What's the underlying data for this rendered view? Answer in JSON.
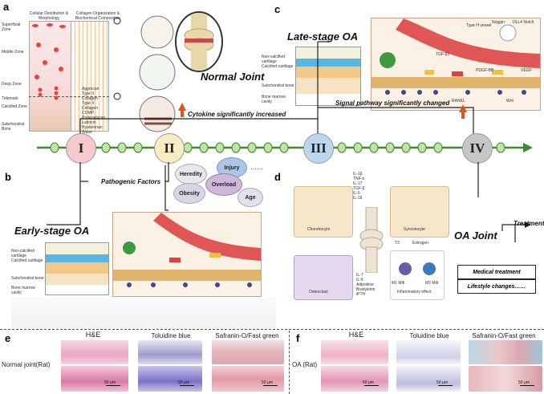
{
  "panels": {
    "a": "a",
    "b": "b",
    "c": "c",
    "d": "d",
    "e": "e",
    "f": "f"
  },
  "panel_a": {
    "col1": "Cellular Distribution & Morphology",
    "col2": "Collagen Organization & Biochemical Composition",
    "zones": [
      "Superficial Zone",
      "Middle Zone",
      "Deep Zone",
      "Tidemark",
      "Calcified Zone",
      "Subchondral Bone"
    ],
    "legend": [
      "Aggrecan",
      "Type II Collagen",
      "Type X Collagen",
      "COMP",
      "Proteoglycan",
      "Lubricin",
      "Hyaluronan",
      "Water"
    ]
  },
  "normal_joint": "Normal Joint",
  "late_stage": "Late-stage OA",
  "early_stage": "Early-stage OA",
  "oa_joint": "OA Joint",
  "cytokine": "Cytokine significantly increased",
  "signal": "Signal pathway significantly changed",
  "pathogenic": "Pathogenic Factors",
  "treatment": "Treatment",
  "medical": "Medical treatment",
  "lifestyle": "Lifestyle changes……",
  "stages": [
    "I",
    "II",
    "III",
    "IV"
  ],
  "factors": {
    "heredity": "Heredity",
    "injury": "Injury",
    "overload": "Overload",
    "obesity": "Obesity",
    "age": "Age",
    "more": "……"
  },
  "cartilage_layers": [
    "Non-calcified cartilage",
    "Calcified cartilage",
    "Subchondral bone",
    "Bone marrow cavity"
  ],
  "panel_c_labels": [
    "Type H vessel",
    "Noggin",
    "DLL4 Notch",
    "PDGF-BB",
    "TGF-β1",
    "VEGF",
    "RANKL",
    "Wnt"
  ],
  "panel_d": {
    "cells": [
      "Chondrocyte",
      "Synoviocyte",
      "Osteoclast",
      "Inflammatory effect"
    ],
    "legend": [
      "IL-1β",
      "TNF-α",
      "IL-17",
      "TGF-β",
      "IL-6",
      "IL-18",
      "IL-7",
      "IL-8",
      "Adipokine",
      "Bradykinin",
      "iPTH",
      "T3",
      "Estrogen",
      "M1 MΦ",
      "M2 MΦ"
    ]
  },
  "panel_e": {
    "row_label": "Normal joint(Rat)",
    "stains": [
      "H&E",
      "Toluidine blue",
      "Safranin-O/Fast green"
    ],
    "scale": "50 μm"
  },
  "panel_f": {
    "row_label": "OA (Rat)",
    "stains": [
      "H&E",
      "Toluidine blue",
      "Safranin-O/Fast green"
    ],
    "scale": "50 μm"
  },
  "colors": {
    "timeline": "#3f8a2e",
    "node": "#c2e2a6",
    "stage1": "#f6c9cc",
    "stage2": "#f7ecc2",
    "stage3": "#bcd6ee",
    "stage4": "#c6c6c6",
    "arrow_red": "#e0551e"
  }
}
